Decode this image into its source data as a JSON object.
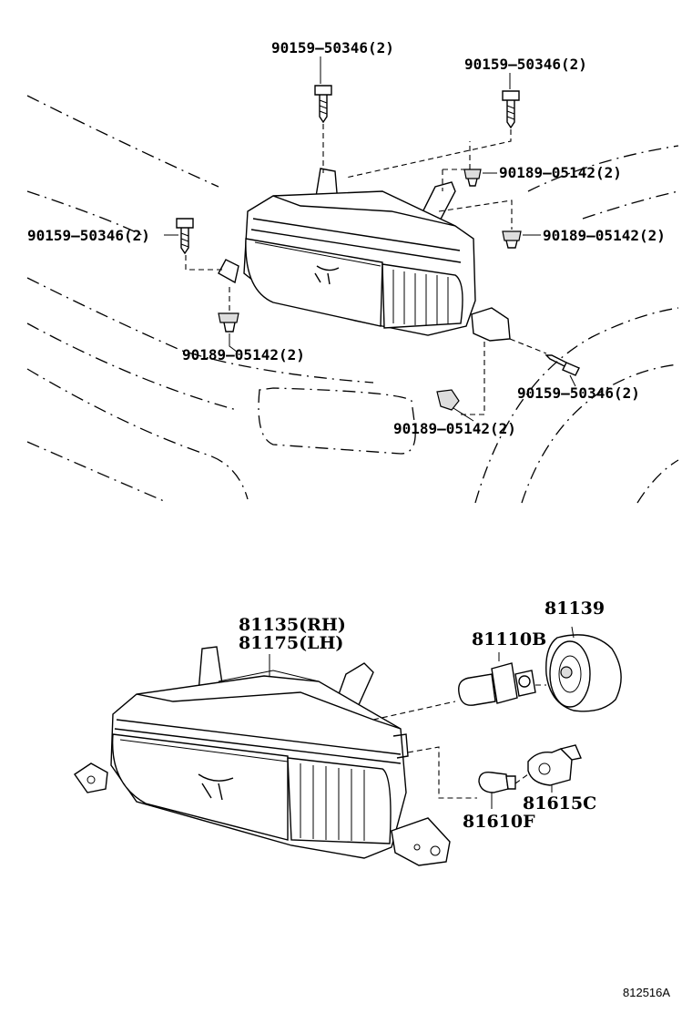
{
  "upper_assembly": {
    "callouts": [
      "90159–50346(2)",
      "90159–50346(2)",
      "90189–05142(2)",
      "90159–50346(2)",
      "90189–05142(2)",
      "90189–05142(2)",
      "90159–50346(2)",
      "90189–05142(2)"
    ]
  },
  "lower_assembly": {
    "headlamp_rh": "81135(RH)",
    "headlamp_lh": "81175(LH)",
    "bulb_headlamp": "81110B",
    "bulb_cover": "81139",
    "bulb_signal": "81610F",
    "socket": "81615C"
  },
  "figure_id": "812516A"
}
